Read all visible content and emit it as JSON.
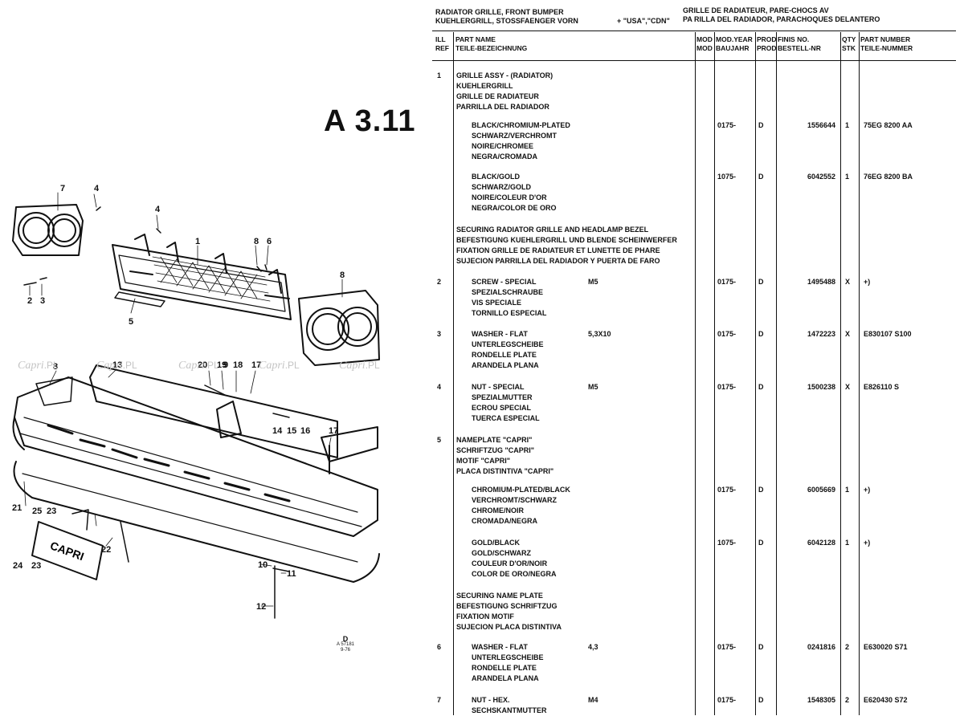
{
  "page": {
    "number": "A 3.11",
    "stamp": [
      "D",
      "A 57181",
      "9-76"
    ]
  },
  "watermark": {
    "text": "Capri",
    "suffix": ".PL"
  },
  "header": {
    "left": [
      "RADIATOR GRILLE, FRONT BUMPER",
      "KUEHLERGRILL, STOSSFAENGER VORN"
    ],
    "market": "+ \"USA\",\"CDN\"",
    "right": [
      "GRILLE DE RADIATEUR, PARE-CHOCS AV",
      "PA RILLA DEL RADIADOR, PARACHOQUES DELANTERO"
    ]
  },
  "columns": {
    "ref": [
      "ILL",
      "REF"
    ],
    "name": [
      "PART NAME",
      "TEILE-BEZEICHNUNG"
    ],
    "mod": [
      "MOD",
      "MOD"
    ],
    "year": [
      "MOD.YEAR",
      "BAUJAHR"
    ],
    "prod": [
      "PROD",
      "PROD"
    ],
    "finis": [
      "FINIS NO.",
      "BESTELL-NR"
    ],
    "qty": [
      "QTY",
      "STK"
    ],
    "partno": [
      "PART NUMBER",
      "TEILE-NUMMER"
    ]
  },
  "entries": [
    {
      "ref": "1",
      "indent": false,
      "names": [
        "GRILLE ASSY - (RADIATOR)",
        "KUEHLERGRILL",
        "GRILLE DE RADIATEUR",
        "PARRILLA DEL RADIADOR"
      ],
      "spec": "",
      "year": "",
      "prod": "",
      "finis": "",
      "qty": "",
      "partno": ""
    },
    {
      "ref": "",
      "indent": true,
      "names": [
        "BLACK/CHROMIUM-PLATED",
        "SCHWARZ/VERCHROMT",
        "NOIRE/CHROMEE",
        "NEGRA/CROMADA"
      ],
      "spec": "",
      "year": "0175-",
      "prod": "D",
      "finis": "1556644",
      "qty": "1",
      "partno": "75EG 8200 AA"
    },
    {
      "ref": "",
      "indent": true,
      "names": [
        "BLACK/GOLD",
        "SCHWARZ/GOLD",
        "NOIRE/COLEUR D'OR",
        "NEGRA/COLOR DE ORO"
      ],
      "spec": "",
      "year": "1075-",
      "prod": "D",
      "finis": "6042552",
      "qty": "1",
      "partno": "76EG 8200 BA"
    },
    {
      "ref": "",
      "indent": false,
      "names": [
        "SECURING RADIATOR GRILLE AND HEADLAMP BEZEL",
        "BEFESTIGUNG KUEHLERGRILL UND BLENDE SCHEINWERFER",
        "FIXATION GRILLE DE RADIATEUR ET LUNETTE DE PHARE",
        "SUJECION PARRILLA DEL RADIADOR Y PUERTA DE FARO"
      ],
      "spec": "",
      "year": "",
      "prod": "",
      "finis": "",
      "qty": "",
      "partno": ""
    },
    {
      "ref": "2",
      "indent": true,
      "names": [
        "SCREW - SPECIAL",
        "SPEZIALSCHRAUBE",
        "VIS SPECIALE",
        "TORNILLO ESPECIAL"
      ],
      "spec": "M5",
      "year": "0175-",
      "prod": "D",
      "finis": "1495488",
      "qty": "X",
      "partno": "+)"
    },
    {
      "ref": "3",
      "indent": true,
      "names": [
        "WASHER - FLAT",
        "UNTERLEGSCHEIBE",
        "RONDELLE PLATE",
        "ARANDELA PLANA"
      ],
      "spec": "5,3X10",
      "year": "0175-",
      "prod": "D",
      "finis": "1472223",
      "qty": "X",
      "partno": "E830107 S100"
    },
    {
      "ref": "4",
      "indent": true,
      "names": [
        "NUT - SPECIAL",
        "SPEZIALMUTTER",
        "ECROU SPECIAL",
        "TUERCA ESPECIAL"
      ],
      "spec": "M5",
      "year": "0175-",
      "prod": "D",
      "finis": "1500238",
      "qty": "X",
      "partno": "E826110 S"
    },
    {
      "ref": "5",
      "indent": false,
      "names": [
        "NAMEPLATE \"CAPRI\"",
        "SCHRIFTZUG \"CAPRI\"",
        "MOTIF \"CAPRI\"",
        "PLACA DISTINTIVA \"CAPRI\""
      ],
      "spec": "",
      "year": "",
      "prod": "",
      "finis": "",
      "qty": "",
      "partno": ""
    },
    {
      "ref": "",
      "indent": true,
      "names": [
        "CHROMIUM-PLATED/BLACK",
        "VERCHROMT/SCHWARZ",
        "CHROME/NOIR",
        "CROMADA/NEGRA"
      ],
      "spec": "",
      "year": "0175-",
      "prod": "D",
      "finis": "6005669",
      "qty": "1",
      "partno": "+)"
    },
    {
      "ref": "",
      "indent": true,
      "names": [
        "GOLD/BLACK",
        "GOLD/SCHWARZ",
        "COULEUR D'OR/NOIR",
        "COLOR DE ORO/NEGRA"
      ],
      "spec": "",
      "year": "1075-",
      "prod": "D",
      "finis": "6042128",
      "qty": "1",
      "partno": "+)"
    },
    {
      "ref": "",
      "indent": false,
      "names": [
        "SECURING NAME PLATE",
        "BEFESTIGUNG SCHRIFTZUG",
        "FIXATION MOTIF",
        "SUJECION PLACA DISTINTIVA"
      ],
      "spec": "",
      "year": "",
      "prod": "",
      "finis": "",
      "qty": "",
      "partno": ""
    },
    {
      "ref": "6",
      "indent": true,
      "names": [
        "WASHER - FLAT",
        "UNTERLEGSCHEIBE",
        "RONDELLE PLATE",
        "ARANDELA PLANA"
      ],
      "spec": "4,3",
      "year": "0175-",
      "prod": "D",
      "finis": "0241816",
      "qty": "2",
      "partno": "E630020 S71"
    },
    {
      "ref": "7",
      "indent": true,
      "names": [
        "NUT - HEX.",
        "SECHSKANTMUTTER"
      ],
      "spec": "M4",
      "year": "0175-",
      "prod": "D",
      "finis": "1548305",
      "qty": "2",
      "partno": "E620430 S72"
    }
  ],
  "diagram": {
    "callouts": [
      "1",
      "2",
      "3",
      "4",
      "4",
      "5",
      "6",
      "7",
      "8",
      "8",
      "8",
      "9",
      "10",
      "11",
      "12",
      "13",
      "14",
      "15",
      "16",
      "17",
      "17",
      "18",
      "19",
      "20",
      "21",
      "22",
      "23",
      "23",
      "24",
      "25"
    ],
    "plate_text": "CAPRI"
  }
}
